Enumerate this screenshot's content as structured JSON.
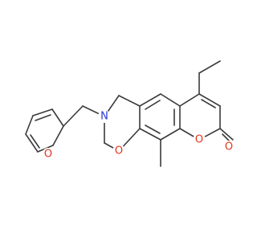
{
  "molecule": {
    "atom_colors": {
      "O": "#e4341a",
      "N": "#2a34d6"
    },
    "labels": {
      "furan_oxygen": "O",
      "amine_nitrogen": "N",
      "oxazine_oxygen": "O",
      "pyranone_ring_oxygen": "O",
      "carbonyl_oxygen": "O"
    }
  }
}
